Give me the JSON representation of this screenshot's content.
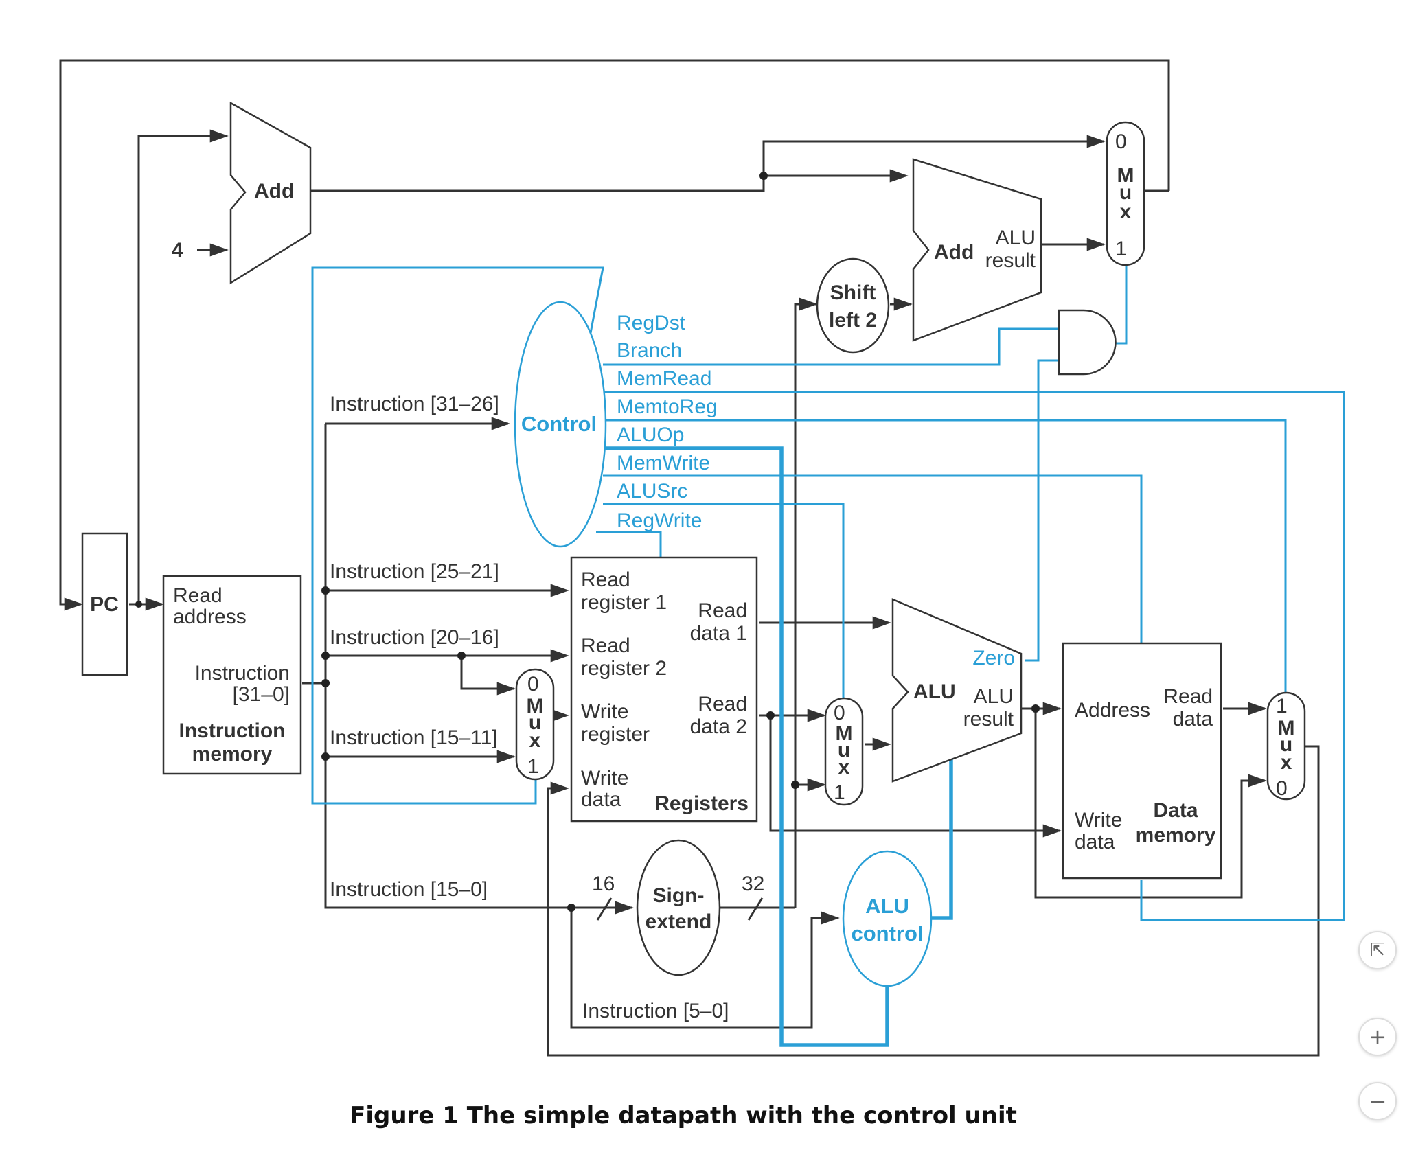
{
  "caption": "Figure 1 The simple datapath with the control unit",
  "colors": {
    "wire": "#333333",
    "control": "#2a9fd6"
  },
  "blocks": {
    "pc": "PC",
    "add_top": "Add",
    "const_four": "4",
    "instr_mem": {
      "read_address_1": "Read",
      "read_address_2": "address",
      "instr_1": "Instruction",
      "instr_2": "[31–0]",
      "title_1": "Instruction",
      "title_2": "memory"
    },
    "control": "Control",
    "registers": {
      "rr1a": "Read",
      "rr1b": "register 1",
      "rr2a": "Read",
      "rr2b": "register 2",
      "wra": "Write",
      "wrb": "register",
      "wda": "Write",
      "wdb": "data",
      "rd1a": "Read",
      "rd1b": "data 1",
      "rd2a": "Read",
      "rd2b": "data 2",
      "title": "Registers"
    },
    "sign_extend": {
      "l1": "Sign-",
      "l2": "extend",
      "in_bits": "16",
      "out_bits": "32"
    },
    "shift_left": {
      "l1": "Shift",
      "l2": "left 2"
    },
    "add_branch": {
      "name": "Add",
      "res1": "ALU",
      "res2": "result"
    },
    "alu": {
      "name": "ALU",
      "zero": "Zero",
      "res1": "ALU",
      "res2": "result"
    },
    "alu_control": {
      "l1": "ALU",
      "l2": "control"
    },
    "data_memory": {
      "address": "Address",
      "rd1": "Read",
      "rd2": "data",
      "wd1": "Write",
      "wd2": "data",
      "t1": "Data",
      "t2": "memory"
    },
    "mux_letters": [
      "M",
      "u",
      "x"
    ],
    "mux_regdst": {
      "top": "0",
      "bottom": "1"
    },
    "mux_alusrc": {
      "top": "0",
      "bottom": "1"
    },
    "mux_pc": {
      "top": "0",
      "bottom": "1"
    },
    "mux_memtoreg": {
      "top": "1",
      "bottom": "0"
    }
  },
  "control_signals": [
    "RegDst",
    "Branch",
    "MemRead",
    "MemtoReg",
    "ALUOp",
    "MemWrite",
    "ALUSrc",
    "RegWrite"
  ],
  "instruction_fields": [
    "Instruction [31–26]",
    "Instruction [25–21]",
    "Instruction [20–16]",
    "Instruction [15–11]",
    "Instruction [15–0]",
    "Instruction [5–0]"
  ],
  "zoom_controls": {
    "collapse": "⇱",
    "zoom_in": "+",
    "zoom_out": "−"
  }
}
